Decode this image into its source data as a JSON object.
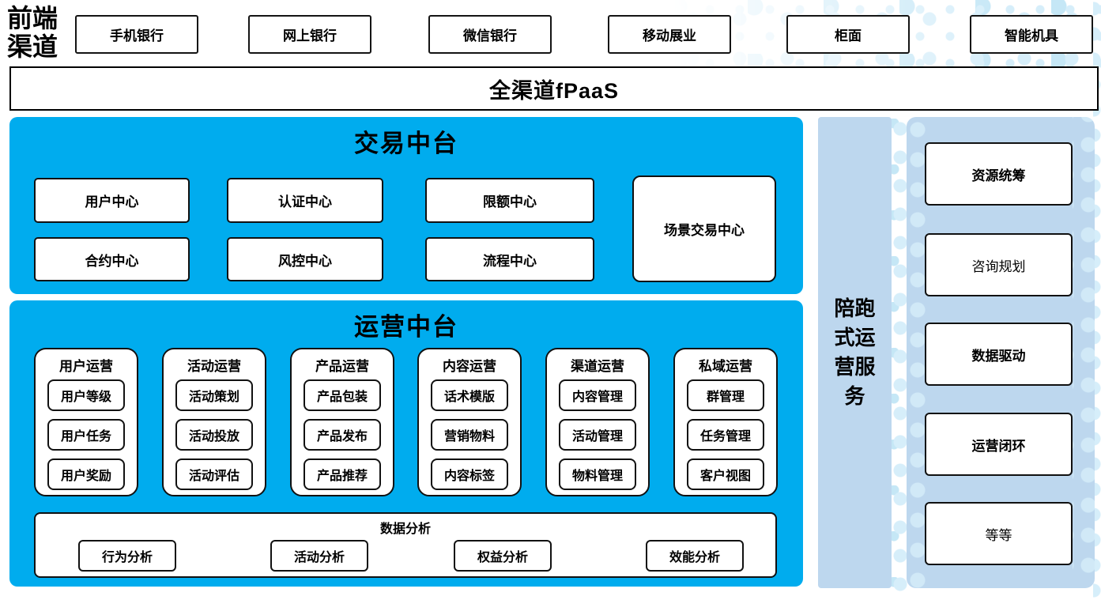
{
  "colors": {
    "bright_blue": "#00ACEE",
    "light_blue": "#BDD7EE",
    "dot": "#D6EEFA",
    "dot_strong": "#C5E7F6"
  },
  "front_channels": {
    "label": "前端渠道",
    "items": [
      "手机银行",
      "网上银行",
      "微信银行",
      "移动展业",
      "柜面",
      "智能机具"
    ]
  },
  "fpaas": {
    "label": "全渠道fPaaS"
  },
  "transaction": {
    "title": "交易中台",
    "centers": [
      "用户中心",
      "认证中心",
      "限额中心",
      "合约中心",
      "风控中心",
      "流程中心"
    ],
    "scene_center": "场景交易中心"
  },
  "operations": {
    "title": "运营中台",
    "groups": [
      {
        "title": "用户运营",
        "items": [
          "用户等级",
          "用户任务",
          "用户奖励"
        ]
      },
      {
        "title": "活动运营",
        "items": [
          "活动策划",
          "活动投放",
          "活动评估"
        ]
      },
      {
        "title": "产品运营",
        "items": [
          "产品包装",
          "产品发布",
          "产品推荐"
        ]
      },
      {
        "title": "内容运营",
        "items": [
          "话术模版",
          "营销物料",
          "内容标签"
        ]
      },
      {
        "title": "渠道运营",
        "items": [
          "内容管理",
          "活动管理",
          "物料管理"
        ]
      },
      {
        "title": "私域运营",
        "items": [
          "群管理",
          "任务管理",
          "客户视图"
        ]
      }
    ],
    "analysis": {
      "title": "数据分析",
      "items": [
        "行为分析",
        "活动分析",
        "权益分析",
        "效能分析"
      ]
    }
  },
  "side_service": {
    "label": "陪跑式运营服务"
  },
  "right_panel": {
    "items": [
      "资源统筹",
      "咨询规划",
      "数据驱动",
      "运营闭环",
      "等等"
    ]
  }
}
